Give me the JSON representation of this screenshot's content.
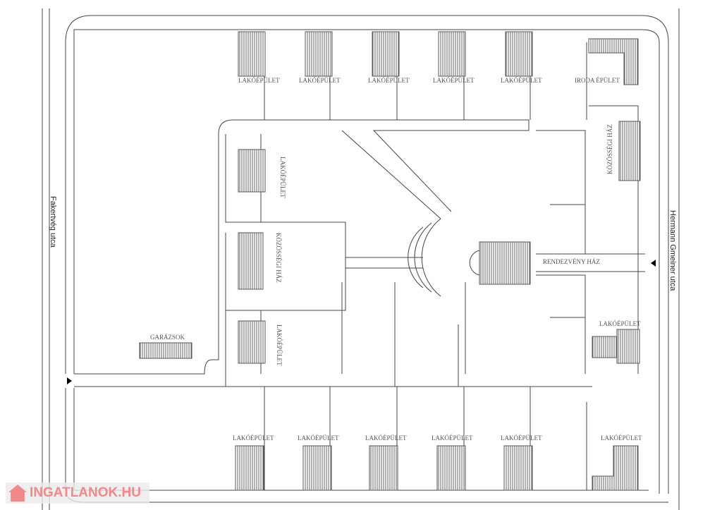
{
  "streets": {
    "left": "Fakertvég utca",
    "right": "Hermann Gmeiner utca"
  },
  "labels": {
    "residential": "LAKÓÉPÜLET",
    "office": "IRODA ÉPÜLET",
    "community": "KÖZÖSSÉGI HÁZ",
    "event_house": "RENDEZVÉNY HÁZ",
    "garages": "GARÁZSOK"
  },
  "watermark": "INGATLANOK.HU"
}
